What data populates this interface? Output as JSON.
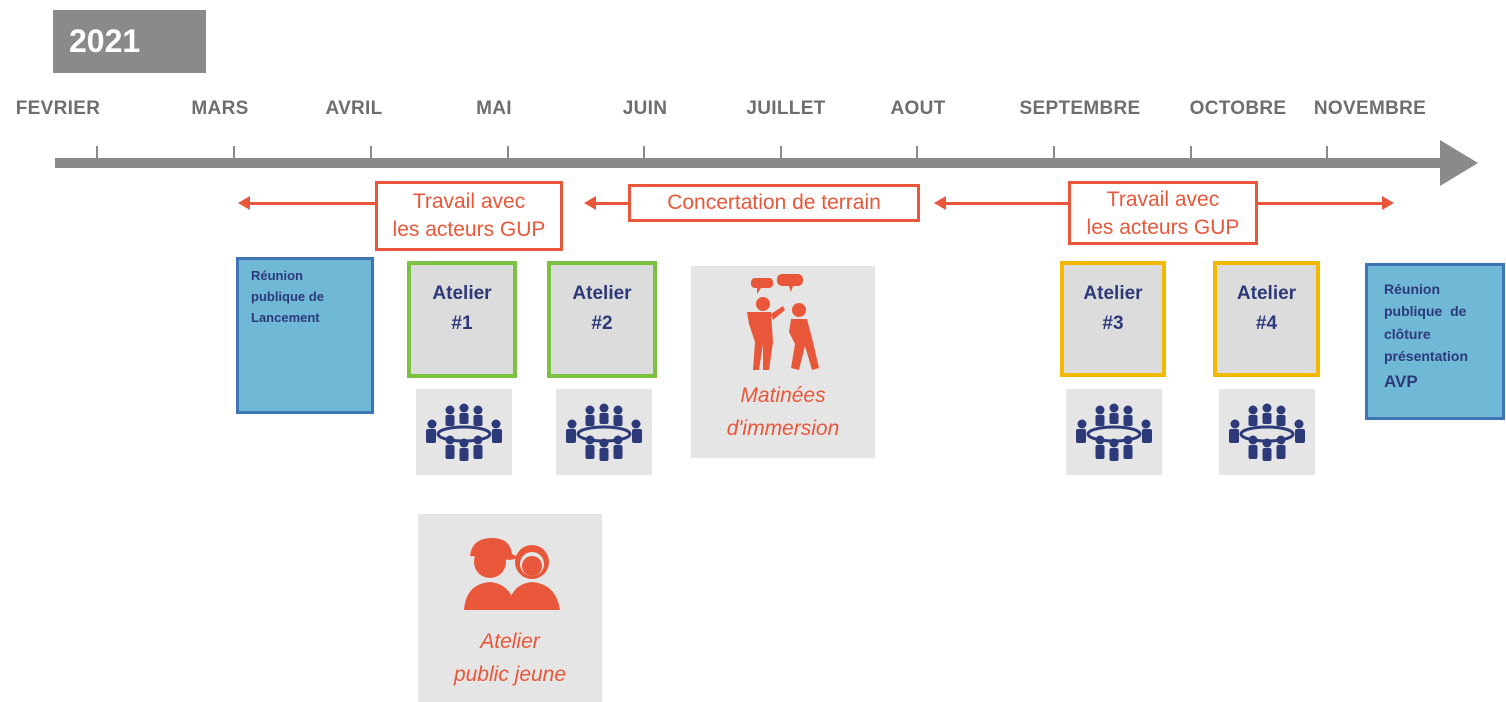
{
  "year": "2021",
  "months": [
    "FEVRIER",
    "MARS",
    "AVRIL",
    "MAI",
    "JUIN",
    "JUILLET",
    "AOUT",
    "SEPTEMBRE",
    "OCTOBRE",
    "NOVEMBRE"
  ],
  "annotations": {
    "travail_left_line1": "Travail avec",
    "travail_left_line2": "les acteurs GUP",
    "concertation": "Concertation de terrain",
    "travail_right_line1": "Travail avec",
    "travail_right_line2": "les acteurs GUP"
  },
  "reunion_lancement": [
    "Réunion",
    "publique de",
    "Lancement"
  ],
  "reunion_cloture": [
    "Réunion",
    "publique  de",
    "clôture",
    "présentation",
    "AVP"
  ],
  "ateliers": [
    {
      "label": "Atelier",
      "num": "#1"
    },
    {
      "label": "Atelier",
      "num": "#2"
    },
    {
      "label": "Atelier",
      "num": "#3"
    },
    {
      "label": "Atelier",
      "num": "#4"
    }
  ],
  "matinees": [
    "Matinées",
    "d'immersion"
  ],
  "atelier_jeune": [
    "Atelier",
    "public jeune"
  ],
  "icons": {
    "round_table": "group-meeting-icon",
    "immersion": "people-talking-icon",
    "youth": "two-young-people-icon"
  },
  "colors": {
    "axis": "#8a8a8a",
    "orange": "#e8573a",
    "navy": "#2d3a7a",
    "blue_fill": "#6fb8d6",
    "blue_border": "#3e76b5",
    "green": "#7cc242",
    "yellow": "#f5b800"
  }
}
